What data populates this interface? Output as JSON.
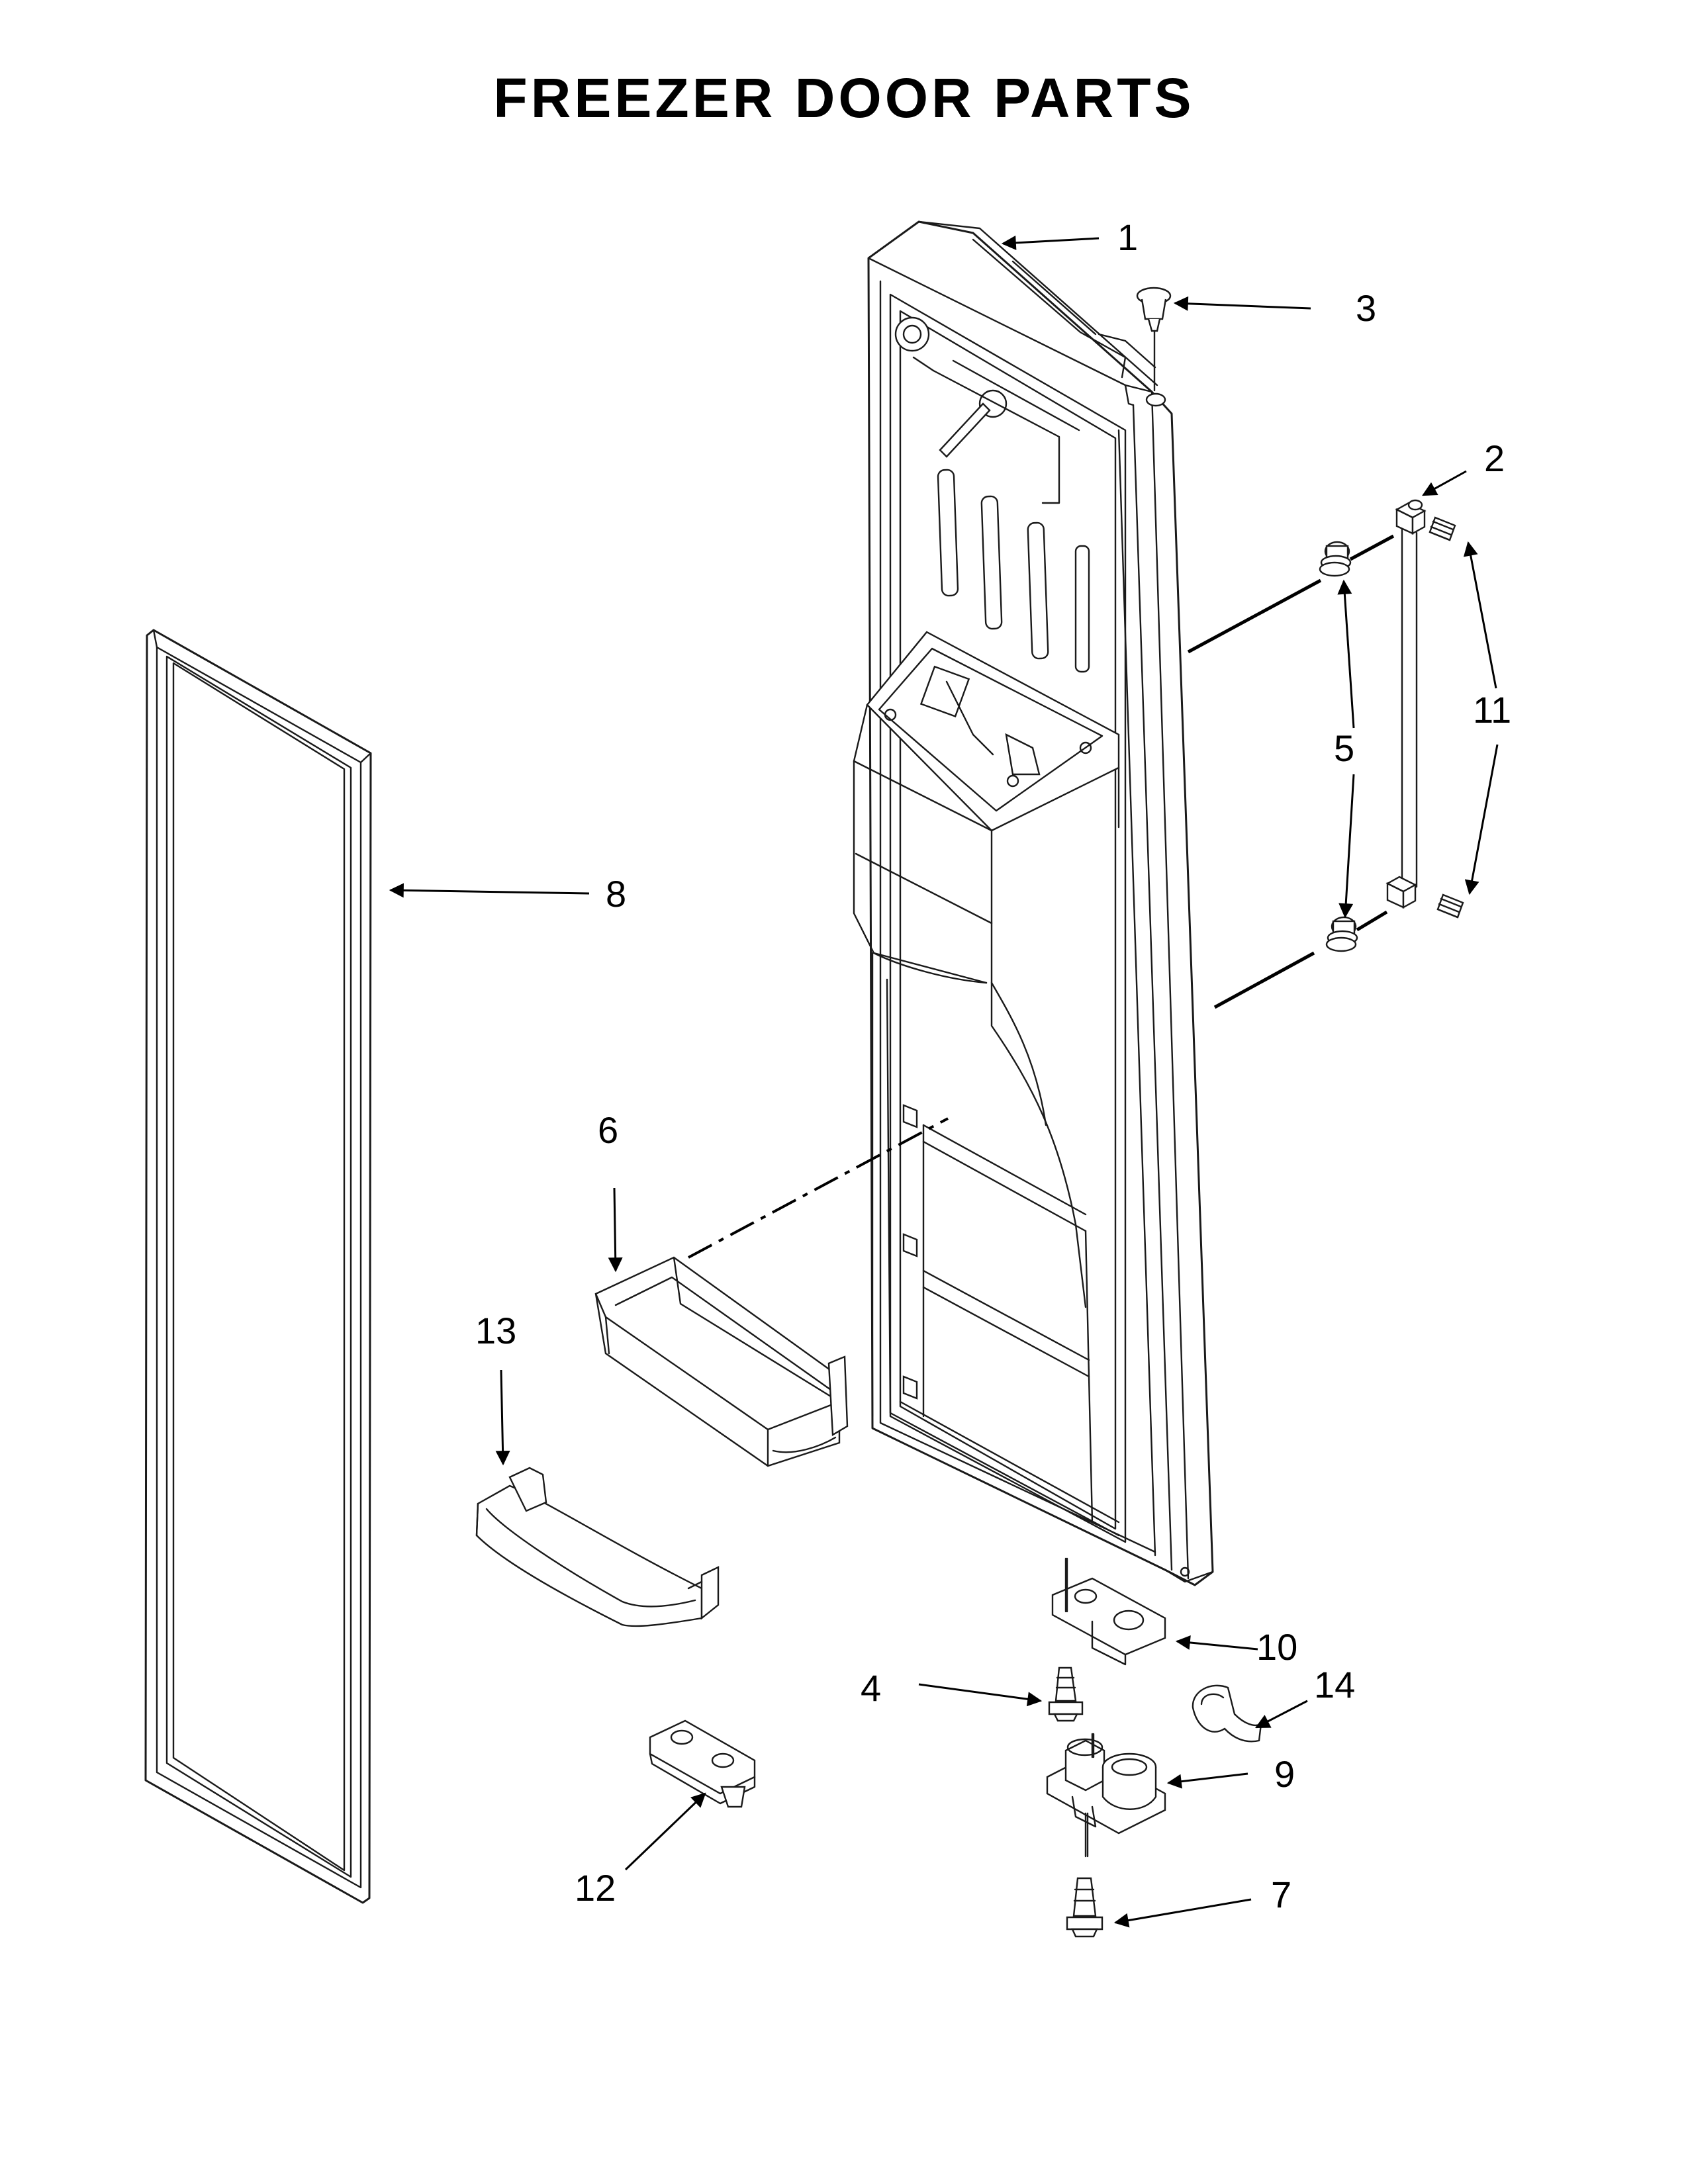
{
  "title": "FREEZER DOOR PARTS",
  "callouts": [
    "1",
    "2",
    "3",
    "4",
    "5",
    "6",
    "7",
    "8",
    "9",
    "10",
    "11",
    "12",
    "13",
    "14"
  ],
  "colors": {
    "line": "#1a1a1a",
    "background": "#ffffff",
    "text": "#000000"
  }
}
